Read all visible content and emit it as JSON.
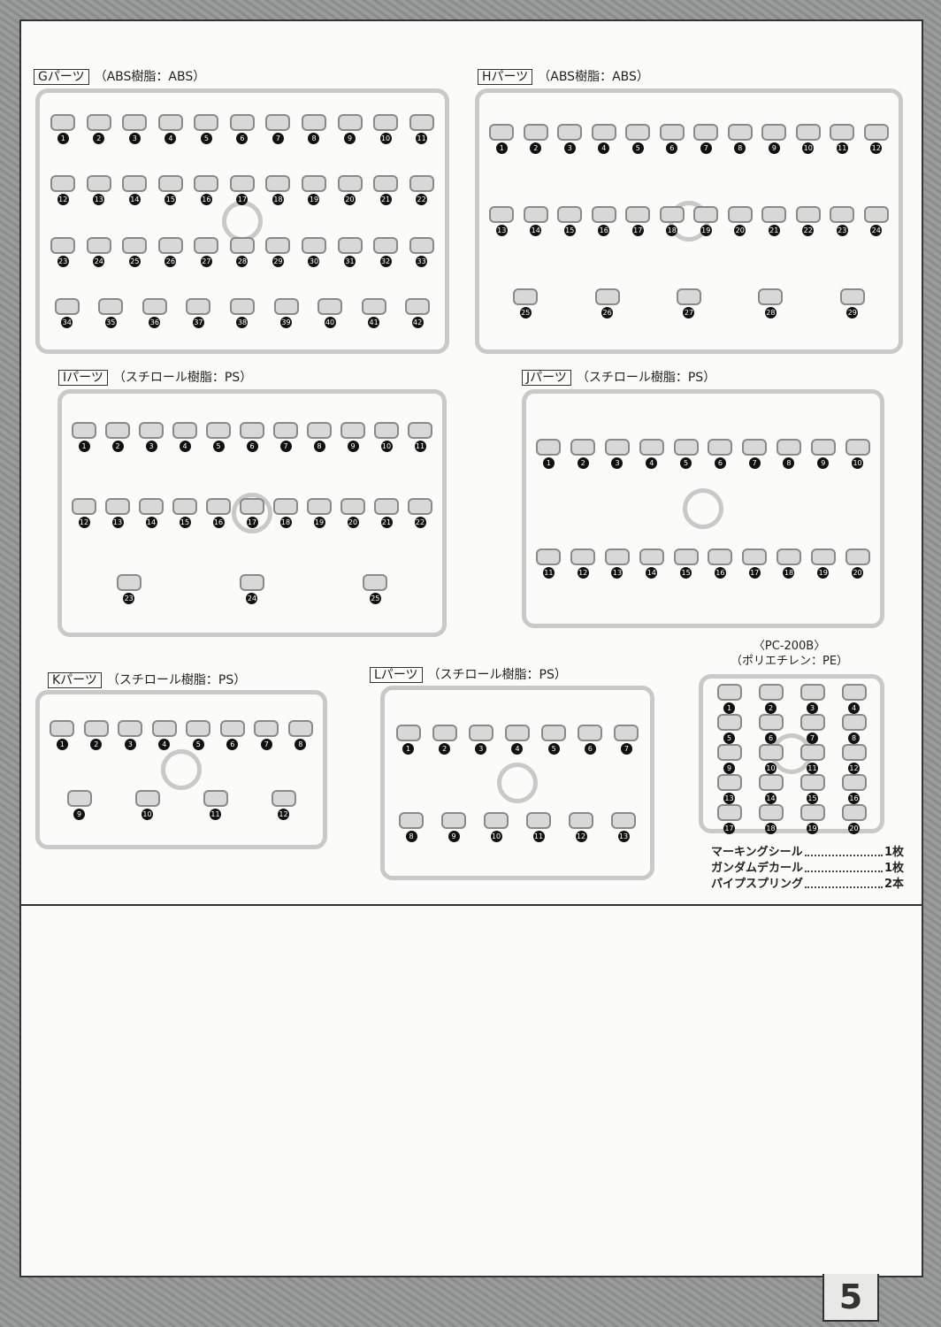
{
  "sprues": [
    {
      "id": "G",
      "tag": "Gパーツ",
      "material": "（ABS樹脂：ABS）",
      "parts": [
        "1",
        "2",
        "3",
        "4",
        "5",
        "6",
        "7",
        "8",
        "9",
        "10",
        "11",
        "12",
        "13",
        "14",
        "15",
        "16",
        "17",
        "18",
        "19",
        "20",
        "21",
        "22",
        "23",
        "24",
        "25",
        "26",
        "27",
        "28",
        "29",
        "30",
        "31",
        "32",
        "33",
        "34",
        "35",
        "36",
        "37",
        "38",
        "39",
        "40",
        "41",
        "42"
      ]
    },
    {
      "id": "H",
      "tag": "Hパーツ",
      "material": "（ABS樹脂：ABS）",
      "parts": [
        "1",
        "2",
        "3",
        "4",
        "5",
        "6",
        "7",
        "8",
        "9",
        "10",
        "11",
        "12",
        "13",
        "14",
        "15",
        "16",
        "17",
        "18",
        "19",
        "20",
        "21",
        "22",
        "23",
        "24",
        "25",
        "26",
        "27",
        "28",
        "29"
      ]
    },
    {
      "id": "I",
      "tag": "Iパーツ",
      "material": "（スチロール樹脂：PS）",
      "parts": [
        "1",
        "2",
        "3",
        "4",
        "5",
        "6",
        "7",
        "8",
        "9",
        "10",
        "11",
        "12",
        "13",
        "14",
        "15",
        "16",
        "17",
        "18",
        "19",
        "20",
        "21",
        "22",
        "23",
        "24",
        "25"
      ]
    },
    {
      "id": "J",
      "tag": "Jパーツ",
      "material": "（スチロール樹脂：PS）",
      "parts": [
        "1",
        "2",
        "3",
        "4",
        "5",
        "6",
        "7",
        "8",
        "9",
        "10",
        "11",
        "12",
        "13",
        "14",
        "15",
        "16",
        "17",
        "18",
        "19",
        "20"
      ]
    },
    {
      "id": "K",
      "tag": "Kパーツ",
      "material": "（スチロール樹脂：PS）",
      "parts": [
        "1",
        "2",
        "3",
        "4",
        "5",
        "6",
        "7",
        "8",
        "9",
        "10",
        "11",
        "12"
      ]
    },
    {
      "id": "L",
      "tag": "Lパーツ",
      "material": "（スチロール樹脂：PS）",
      "parts": [
        "1",
        "2",
        "3",
        "4",
        "5",
        "6",
        "7",
        "8",
        "9",
        "10",
        "11",
        "12",
        "13"
      ]
    },
    {
      "id": "PC",
      "tag": "〈PC-200B〉",
      "material": "（ポリエチレン：PE）",
      "parts": [
        "1",
        "2",
        "3",
        "4",
        "5",
        "6",
        "7",
        "8",
        "9",
        "10",
        "11",
        "12",
        "13",
        "14",
        "15",
        "16",
        "17",
        "18",
        "19",
        "20"
      ]
    }
  ],
  "accessories": [
    {
      "name": "マーキングシール",
      "qty": "1枚"
    },
    {
      "name": "ガンダムデカール",
      "qty": "1枚"
    },
    {
      "name": "パイプスプリング",
      "qty": "2本"
    }
  ],
  "page_number": "5"
}
